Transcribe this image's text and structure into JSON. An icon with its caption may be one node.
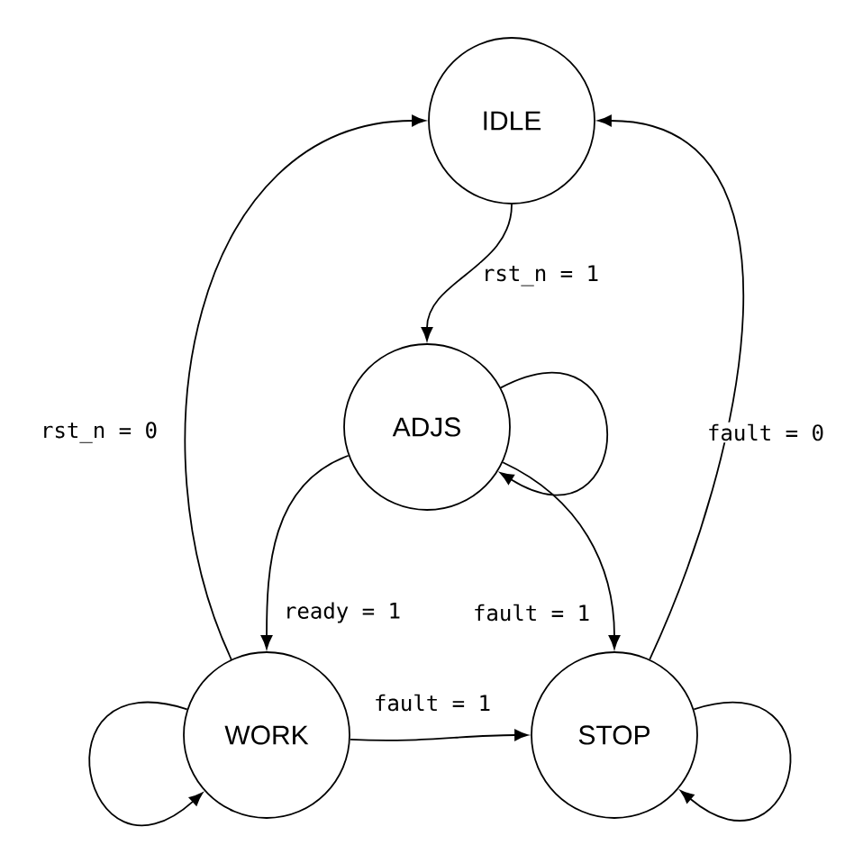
{
  "diagram": {
    "nodes": [
      {
        "text": [
          "IDLE"
        ]
      },
      {
        "text": [
          "ADJS"
        ]
      },
      {
        "text": [
          "WORK"
        ]
      },
      {
        "text": [
          "STOP"
        ]
      }
    ],
    "edges": [
      {
        "from": 0,
        "to": 1,
        "arrow": "to",
        "label": "rst_n = 1"
      },
      {
        "from": 1,
        "to": 1,
        "arrow": "to"
      },
      {
        "from": 1,
        "to": 2,
        "arrow": "to",
        "label": "ready = 1"
      },
      {
        "from": 1,
        "to": 3,
        "arrow": "to",
        "label": "fault = 1"
      },
      {
        "from": 2,
        "to": 3,
        "arrow": "to",
        "label": "fault = 1"
      },
      {
        "from": 2,
        "to": 2,
        "arrow": "to"
      },
      {
        "from": 3,
        "to": 3,
        "arrow": "to"
      },
      {
        "from": 2,
        "to": 0,
        "arrow": "to",
        "label": "rst_n = 0"
      },
      {
        "from": 3,
        "to": 0,
        "arrow": "to",
        "label": "fault = 0"
      }
    ]
  }
}
